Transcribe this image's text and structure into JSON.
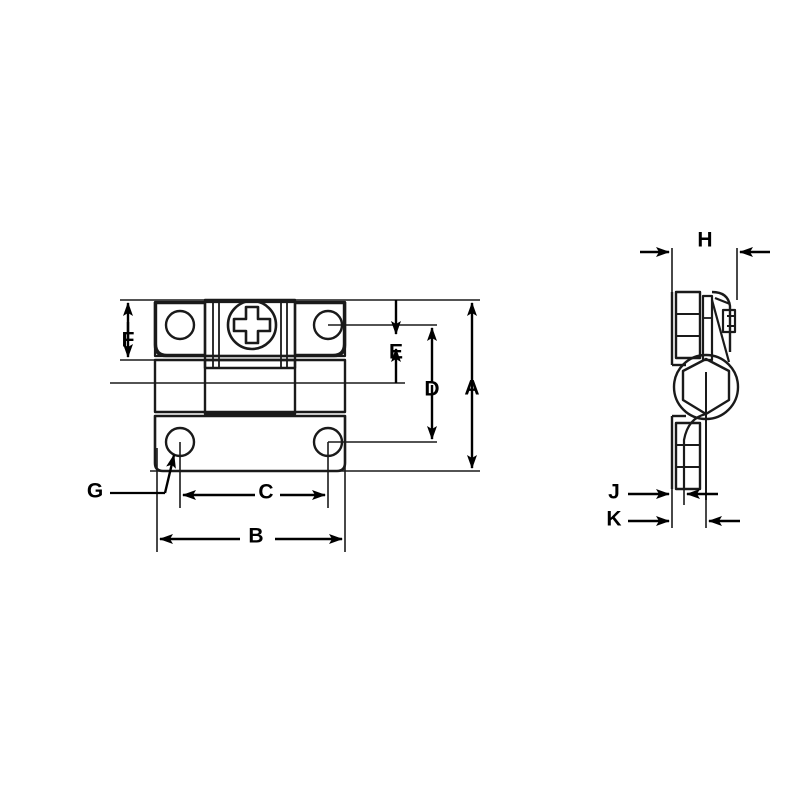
{
  "drawing": {
    "title": "Hinge Technical Drawing",
    "type": "engineering-dimension-drawing",
    "line_color": "#1a1a1a",
    "background_color": "#ffffff",
    "views": [
      {
        "name": "front-view",
        "label": ""
      },
      {
        "name": "side-view",
        "label": ""
      }
    ]
  },
  "dimensions": {
    "A": "A",
    "B": "B",
    "C": "C",
    "D": "D",
    "E": "E",
    "F": "F",
    "G": "G",
    "H": "H",
    "J": "J",
    "K": "K"
  },
  "features": {
    "screw": "phillips-screw-head",
    "mounting_holes": 4,
    "cam": "hexagonal-cam"
  }
}
